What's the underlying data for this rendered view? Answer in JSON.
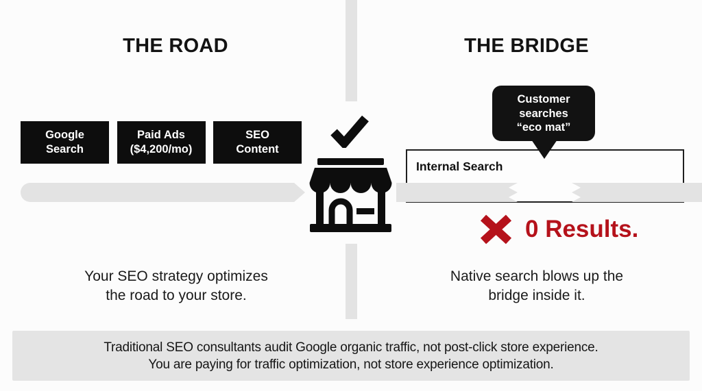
{
  "colors": {
    "accent_red": "#b5121b",
    "road_gray": "#e3e3e3",
    "ink_black": "#0d0d0d",
    "background": "#fcfcfc"
  },
  "icons": {
    "check": "checkmark-icon",
    "store": "storefront-icon",
    "cross": "x-mark-icon"
  },
  "road_section": {
    "title": "THE ROAD",
    "chips": [
      {
        "line1": "Google",
        "line2": "Search"
      },
      {
        "line1": "Paid Ads",
        "line2": "($4,200/mo)"
      },
      {
        "line1": "SEO",
        "line2": "Content"
      }
    ],
    "caption": {
      "line1": "Your SEO strategy optimizes",
      "line2": "the road to your store."
    }
  },
  "bridge_section": {
    "title": "THE BRIDGE",
    "bubble": {
      "line1": "Customer",
      "line2": "searches",
      "line3": "“eco mat”"
    },
    "search_box": {
      "label": "Internal Search"
    },
    "result": {
      "label": "0 Results."
    },
    "caption": {
      "line1": "Native search blows up the",
      "line2": "bridge inside it."
    }
  },
  "footer": {
    "line1": "Traditional SEO consultants audit Google organic traffic, not post-click store experience.",
    "line2": "You are paying for traffic optimization, not store experience optimization."
  }
}
